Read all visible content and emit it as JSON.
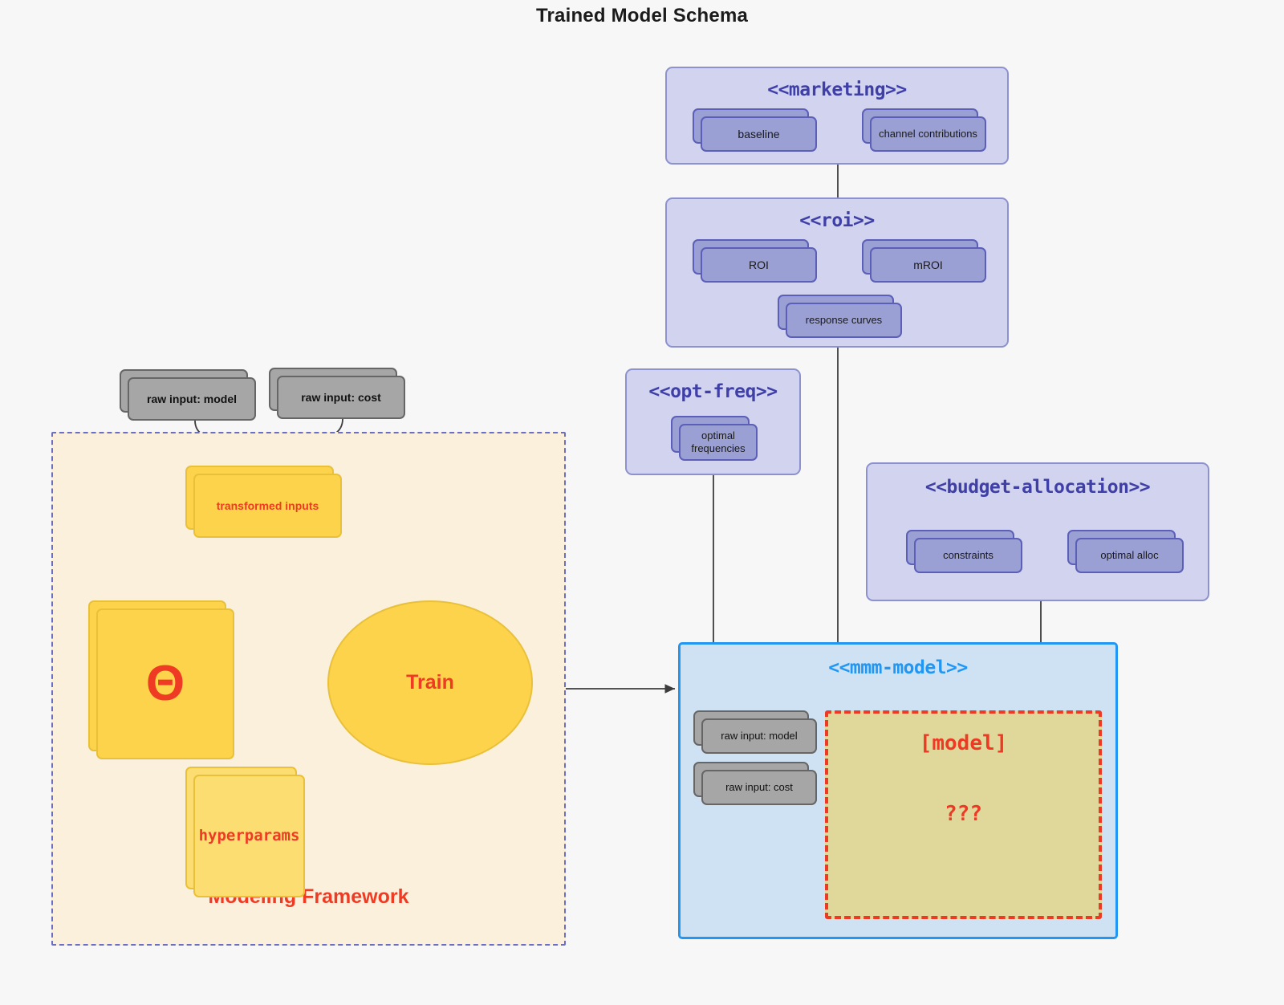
{
  "title": "Trained Model Schema",
  "colors": {
    "background": "#f7f7f7",
    "group_fill": "#d2d3ef",
    "group_border": "#8d92cf",
    "group_label": "#3f3fa8",
    "node_purple_fill": "#9a9fd4",
    "node_purple_border": "#5b5fb8",
    "node_gray_fill": "#a6a6a6",
    "node_gray_border": "#666666",
    "node_yellow_fill": "#fbdd72",
    "node_yellow_border": "#e9c03a",
    "framework_fill": "#faf0dc",
    "framework_border": "#6b6fc4",
    "accent_red": "#ef3b24",
    "mmm_fill": "#cfe2f3",
    "mmm_border": "#2196f3",
    "model_region_fill": "#e0d89b",
    "model_region_border": "#ee3a24"
  },
  "groups": {
    "marketing": {
      "label": "<<marketing>>",
      "nodes": [
        {
          "label": "baseline"
        },
        {
          "label": "channel contributions"
        }
      ]
    },
    "roi": {
      "label": "<<roi>>",
      "nodes": [
        {
          "label": "ROI"
        },
        {
          "label": "mROI"
        },
        {
          "label": "response curves"
        }
      ]
    },
    "opt_freq": {
      "label": "<<opt-freq>>",
      "nodes": [
        {
          "label": "optimal\nfrequencies",
          "line1": "optimal",
          "line2": "frequencies"
        }
      ]
    },
    "budget_allocation": {
      "label": "<<budget-allocation>>",
      "nodes": [
        {
          "label": "constraints"
        },
        {
          "label": "optimal alloc"
        }
      ]
    },
    "mmm_model": {
      "label": "<<mmm-model>>",
      "nodes": [
        {
          "label": "raw input: model"
        },
        {
          "label": "raw input: cost"
        }
      ],
      "model_region": {
        "title": "[model]",
        "subtitle": "???"
      }
    }
  },
  "raw_inputs": [
    {
      "label": "raw input: model"
    },
    {
      "label": "raw input: cost"
    }
  ],
  "framework": {
    "label": "Modeling Framework",
    "nodes": [
      {
        "label": "transformed inputs"
      },
      {
        "label": "Θ"
      },
      {
        "label": "hyperparams"
      }
    ],
    "process": {
      "label": "Train"
    }
  }
}
